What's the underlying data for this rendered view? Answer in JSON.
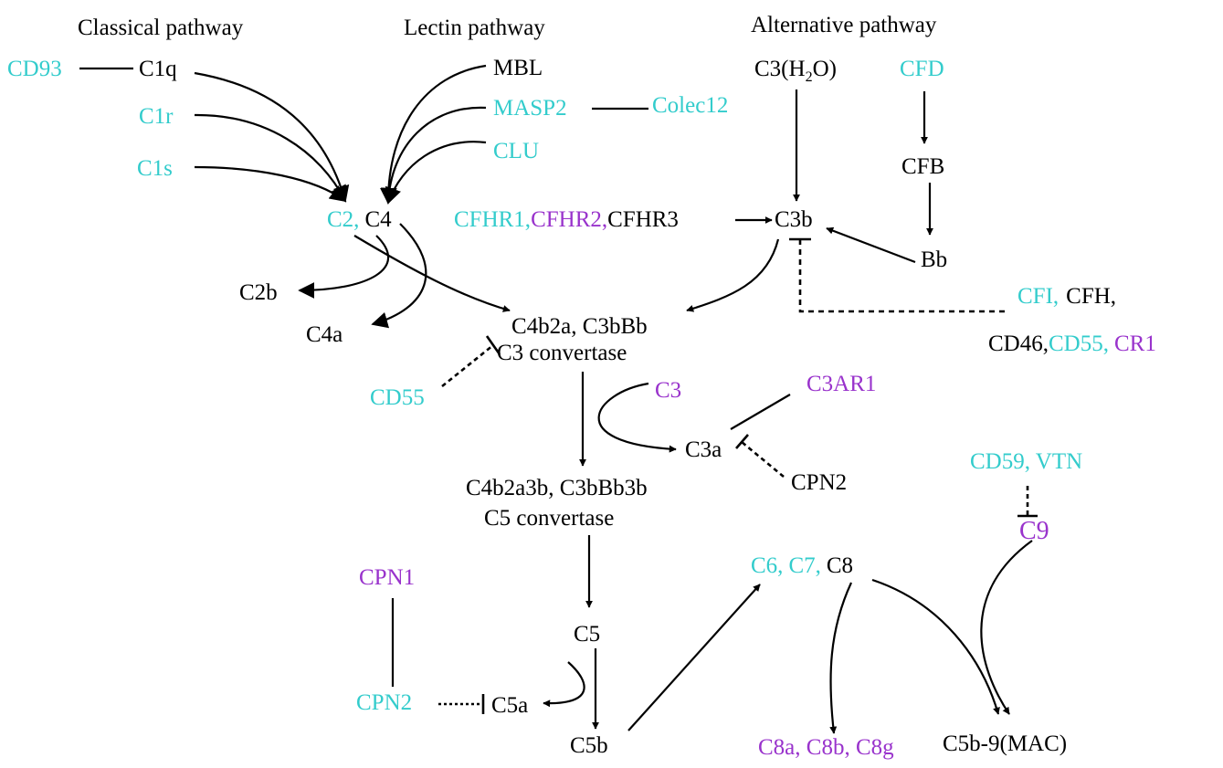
{
  "colors": {
    "cyan": "#33cccc",
    "purple": "#9933cc",
    "black": "#000000"
  },
  "titles": {
    "classical": "Classical pathway",
    "lectin": "Lectin pathway",
    "alternative": "Alternative pathway"
  },
  "nodes": {
    "cd93": "CD93",
    "c1q": "C1q",
    "c1r": "C1r",
    "c1s": "C1s",
    "mbl": "MBL",
    "masp2": "MASP2",
    "colec12": "Colec12",
    "clu": "CLU",
    "c2": "C2,",
    "c4": "C4",
    "c2b": "C2b",
    "c4a": "C4a",
    "c3h2o_pre": "C3(H",
    "c3h2o_sub": "2",
    "c3h2o_post": "O)",
    "cfd": "CFD",
    "cfb": "CFB",
    "cfhr1": "CFHR1,",
    "cfhr2": "CFHR2,",
    "cfhr3": "CFHR3",
    "c3b": "C3b",
    "bb": "Bb",
    "cfi": "CFI,",
    "cfh": "CFH,",
    "cd46": "CD46,",
    "cd55_right": "CD55,",
    "cr1": "CR1",
    "c3conv_line1": "C4b2a, C3bBb",
    "c3conv_line2": "C3 convertase",
    "cd55_left": "CD55",
    "c3": "C3",
    "c3ar1": "C3AR1",
    "c3a": "C3a",
    "cpn2_top": "CPN2",
    "c5conv_line1": "C4b2a3b, C3bBb3b",
    "c5conv_line2": "C5 convertase",
    "cd59_vtn": "CD59, VTN",
    "c9": "C9",
    "cpn1": "CPN1",
    "c6": "C6,",
    "c7": "C7,",
    "c8": "C8",
    "c5": "C5",
    "cpn2_bottom": "CPN2",
    "c5a": "C5a",
    "c5b": "C5b",
    "c8abg": "C8a, C8b, C8g",
    "mac": "C5b-9(MAC)"
  }
}
